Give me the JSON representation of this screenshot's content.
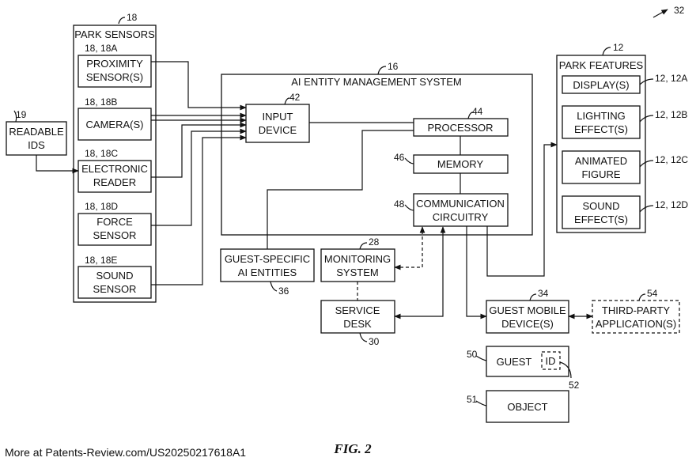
{
  "figure_number": "32",
  "caption": "FIG. 2",
  "footer": "More at Patents-Review.com/US20250217618A1",
  "readable_ids": {
    "ref": "19",
    "l1": "READABLE",
    "l2": "IDS"
  },
  "park_sensors": {
    "ref": "18",
    "title": "PARK SENSORS",
    "items": [
      {
        "ref": "18, 18A",
        "l1": "PROXIMITY",
        "l2": "SENSOR(S)"
      },
      {
        "ref": "18, 18B",
        "l1": "CAMERA(S)",
        "l2": ""
      },
      {
        "ref": "18, 18C",
        "l1": "ELECTRONIC",
        "l2": "READER"
      },
      {
        "ref": "18, 18D",
        "l1": "FORCE",
        "l2": "SENSOR"
      },
      {
        "ref": "18, 18E",
        "l1": "SOUND",
        "l2": "SENSOR"
      }
    ]
  },
  "ai_system": {
    "ref": "16",
    "title": "AI ENTITY MANAGEMENT SYSTEM"
  },
  "input_device": {
    "ref": "42",
    "l1": "INPUT",
    "l2": "DEVICE"
  },
  "processor": {
    "ref": "44",
    "label": "PROCESSOR"
  },
  "memory": {
    "ref": "46",
    "label": "MEMORY"
  },
  "comm": {
    "ref": "48",
    "l1": "COMMUNICATION",
    "l2": "CIRCUITRY"
  },
  "park_features": {
    "ref": "12",
    "title": "PARK FEATURES",
    "items": [
      {
        "ref": "12, 12A",
        "l1": "DISPLAY(S)",
        "l2": ""
      },
      {
        "ref": "12, 12B",
        "l1": "LIGHTING",
        "l2": "EFFECT(S)"
      },
      {
        "ref": "12, 12C",
        "l1": "ANIMATED",
        "l2": "FIGURE"
      },
      {
        "ref": "12, 12D",
        "l1": "SOUND",
        "l2": "EFFECT(S)"
      }
    ]
  },
  "guest_ai": {
    "ref": "36",
    "l1": "GUEST-SPECIFIC",
    "l2": "AI ENTITIES"
  },
  "monitoring": {
    "ref": "28",
    "l1": "MONITORING",
    "l2": "SYSTEM"
  },
  "service_desk": {
    "ref": "30",
    "l1": "SERVICE",
    "l2": "DESK"
  },
  "guest_mobile": {
    "ref": "34",
    "l1": "GUEST MOBILE",
    "l2": "DEVICE(S)"
  },
  "third_party": {
    "ref": "54",
    "l1": "THIRD-PARTY",
    "l2": "APPLICATION(S)"
  },
  "guest": {
    "ref": "50",
    "label": "GUEST",
    "id_label": "ID",
    "id_ref": "52"
  },
  "object": {
    "ref": "51",
    "label": "OBJECT"
  }
}
